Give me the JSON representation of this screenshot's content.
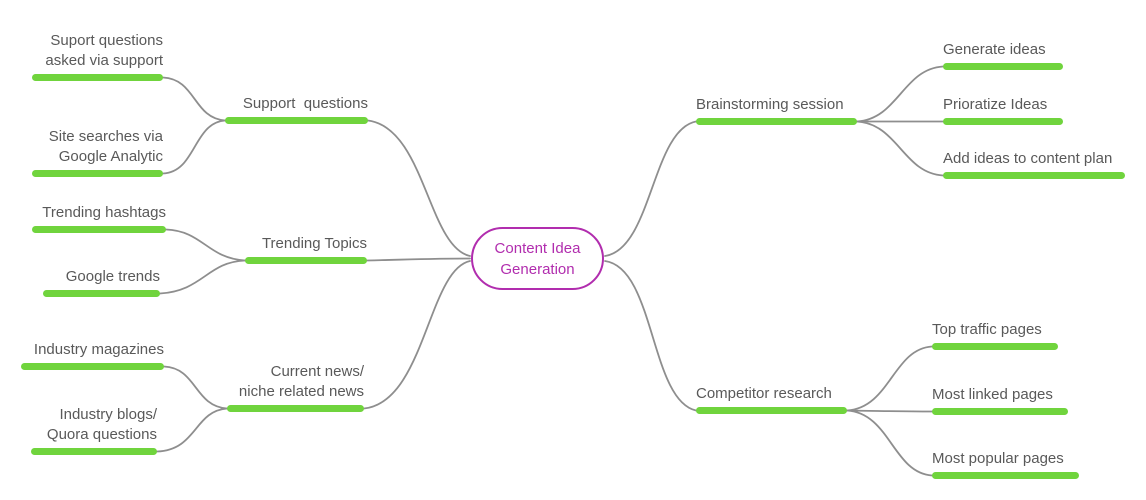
{
  "colors": {
    "bar_green": "#70d43d",
    "center_magenta": "#b12dae",
    "connector_gray": "#8e8e8e",
    "label_gray": "#595959"
  },
  "mindmap": {
    "center": {
      "lines": [
        "Content Idea",
        "Generation"
      ]
    },
    "branches": [
      {
        "label": "Support  questions",
        "children": [
          {
            "lines": [
              "Suport questions",
              "asked via support"
            ]
          },
          {
            "lines": [
              "Site searches via",
              "Google Analytic"
            ]
          }
        ]
      },
      {
        "label": "Trending Topics",
        "children": [
          {
            "label": "Trending hashtags"
          },
          {
            "label": "Google trends"
          }
        ]
      },
      {
        "lines": [
          "Current news/",
          "niche related news"
        ],
        "children": [
          {
            "label": "Industry magazines"
          },
          {
            "lines": [
              "Industry blogs/",
              "Quora questions"
            ]
          }
        ]
      },
      {
        "label": "Brainstorming session",
        "children": [
          {
            "label": "Generate ideas"
          },
          {
            "label": "Prioratize Ideas"
          },
          {
            "label": "Add ideas to content plan"
          }
        ]
      },
      {
        "label": "Competitor research",
        "children": [
          {
            "label": "Top traffic pages"
          },
          {
            "label": "Most linked pages"
          },
          {
            "label": "Most popular pages"
          }
        ]
      }
    ]
  }
}
